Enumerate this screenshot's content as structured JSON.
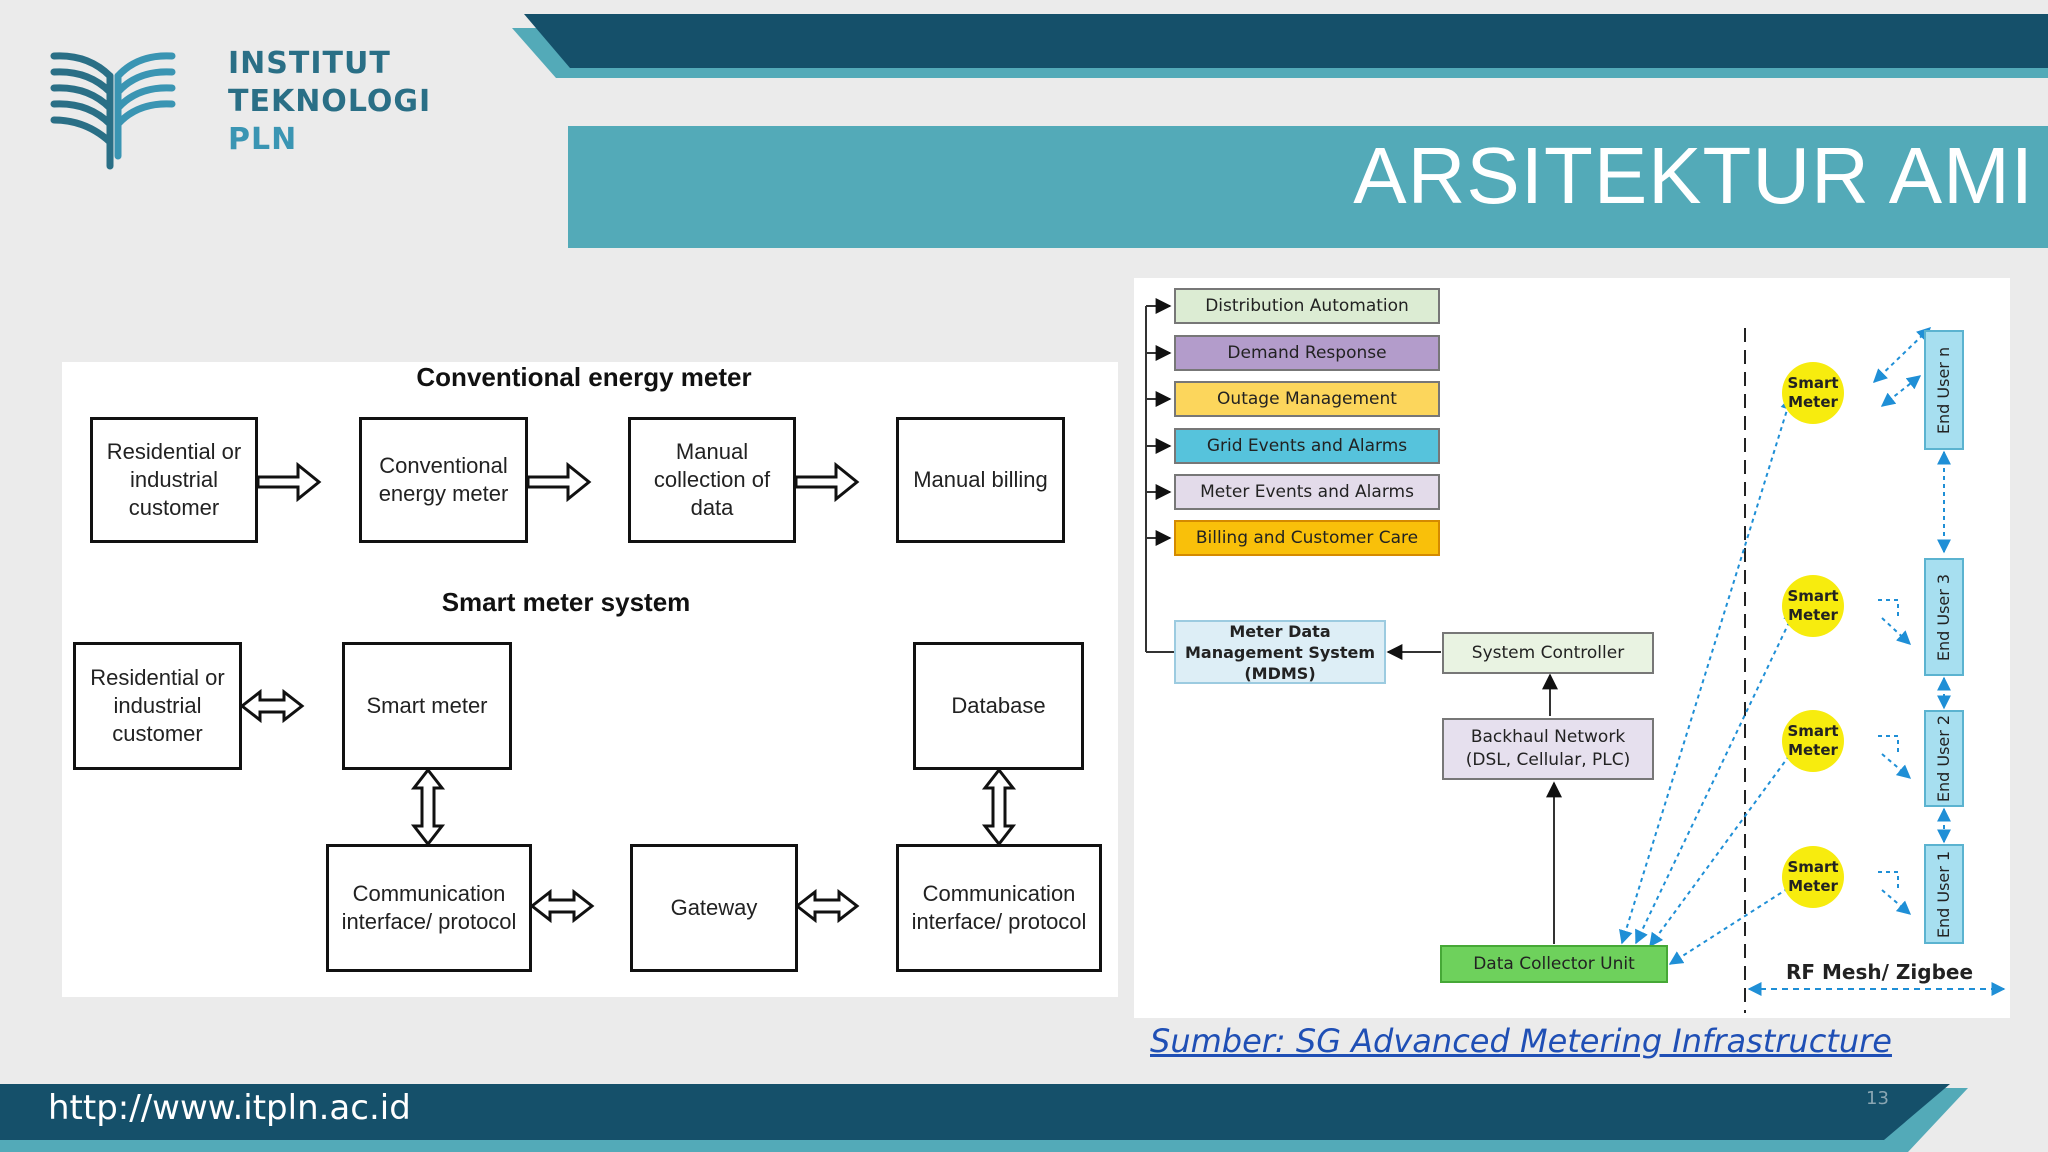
{
  "brand": {
    "line1": "INSTITUT",
    "line2": "TEKNOLOGI",
    "line3": "PLN"
  },
  "title": "ARSITEKTUR AMI",
  "colors": {
    "dark_band": "#15506a",
    "light_band": "#53aab8",
    "distribution_automation": "#dcecd3",
    "demand_response": "#b39ccb",
    "outage_management": "#fcd65c",
    "grid_events": "#56c3dc",
    "meter_events": "#e3dbea",
    "billing": "#f9c00a",
    "mdms": "#ddeef6",
    "system_controller": "#e9f3e2",
    "backhaul": "#e6e0ee",
    "data_collector": "#6ed15c",
    "smart_meter": "#f7ec0e",
    "end_user": "#a7dff0",
    "rf_arrow": "#1f8fd6"
  },
  "left_diagram": {
    "conventional_title": "Conventional energy meter",
    "conventional": {
      "residential": "Residential or\nindustrial\ncustomer",
      "meter": "Conventional\nenergy meter",
      "manual_collection": "Manual\ncollection of\ndata",
      "billing": "Manual billing"
    },
    "smart_title": "Smart meter system",
    "smart": {
      "residential": "Residential or\nindustrial\ncustomer",
      "smart_meter": "Smart meter",
      "database": "Database",
      "comm_left": "Communication\ninterface/ protocol",
      "gateway": "Gateway",
      "comm_right": "Communication\ninterface/ protocol"
    }
  },
  "right_diagram": {
    "applications": [
      "Distribution Automation",
      "Demand Response",
      "Outage Management",
      "Grid Events and Alarms",
      "Meter Events and Alarms",
      "Billing and Customer Care"
    ],
    "mdms": "Meter Data\nManagement System\n(MDMS)",
    "system_controller": "System Controller",
    "backhaul": "Backhaul Network\n(DSL, Cellular, PLC)",
    "data_collector": "Data Collector Unit",
    "smart_meter_label": "Smart\nMeter",
    "end_users": [
      "End User n",
      "End User 3",
      "End User 2",
      "End User 1"
    ],
    "rf_label": "RF Mesh/ Zigbee"
  },
  "source": "Sumber: SG Advanced Metering Infrastructure",
  "footer": {
    "url": "http://www.itpln.ac.id",
    "page": "13"
  }
}
